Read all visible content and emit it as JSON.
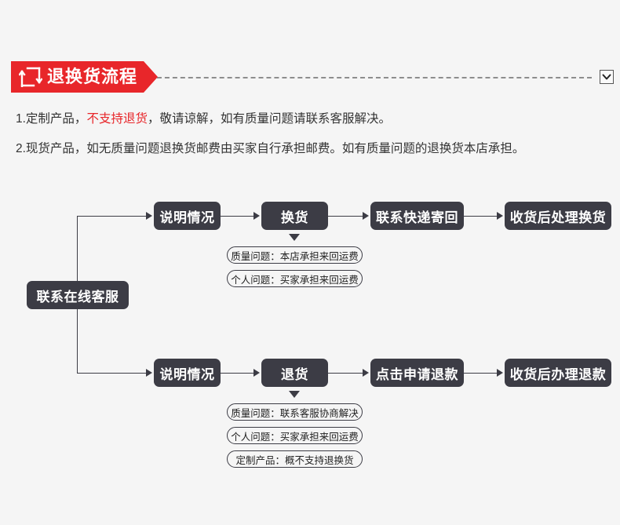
{
  "page": {
    "background_color": "#f5f5f5",
    "accent_color": "#e8262a",
    "node_color": "#3c3c45"
  },
  "header": {
    "title": "退换货流程",
    "icon": "return-exchange-arrows-icon",
    "collapse_icon": "chevron-down-icon"
  },
  "notes": {
    "line1_a": "1.定制产品，",
    "line1_highlight": "不支持退货",
    "line1_b": "，敬请谅解，如有质量问题请联系客服解决。",
    "line2": "2.现货产品，如无质量问题退换货邮费由买家自行承担邮费。如有质量问题的退换货本店承担。"
  },
  "flow": {
    "start_node": "联系在线客服",
    "exchange_branch": {
      "steps": [
        "说明情况",
        "换货",
        "联系快递寄回",
        "收货后处理换货"
      ],
      "notes": [
        "质量问题：本店承担来回运费",
        "个人问题：买家承担来回运费"
      ]
    },
    "return_branch": {
      "steps": [
        "说明情况",
        "退货",
        "点击申请退款",
        "收货后办理退款"
      ],
      "notes": [
        "质量问题：联系客服协商解决",
        "个人问题：买家承担来回运费",
        "定制产品：概不支持退换货"
      ]
    }
  }
}
